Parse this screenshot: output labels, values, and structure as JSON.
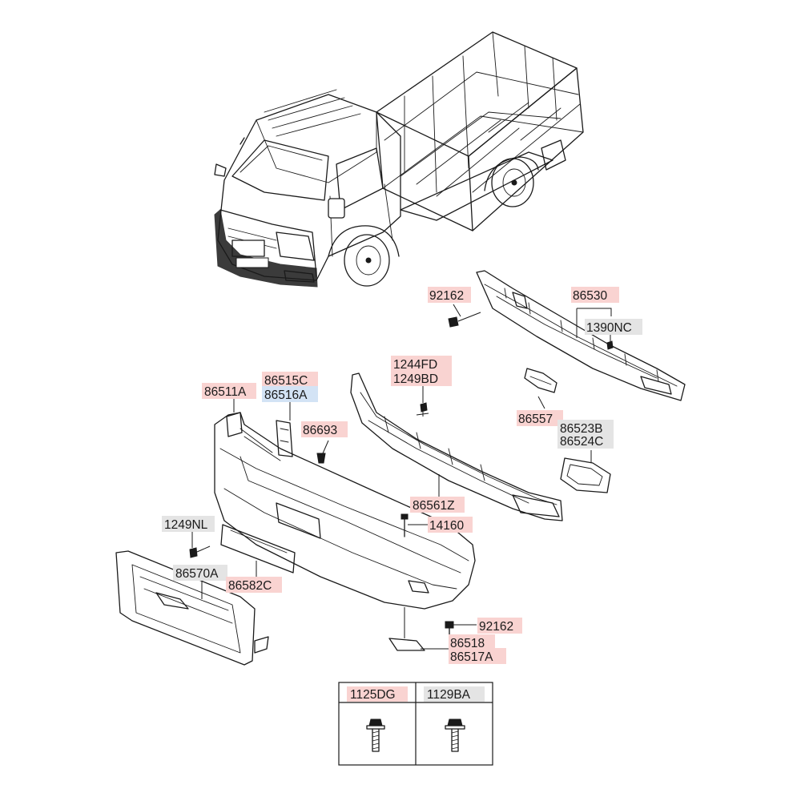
{
  "colors": {
    "highlight_red": "#f9d3d1",
    "highlight_blue": "#d3e3f5",
    "highlight_gray": "#e4e4e4",
    "line": "#1a1a1a"
  },
  "labels": {
    "p92162_top": "92162",
    "p86530": "86530",
    "p1390NC": "1390NC",
    "p1244FD": "1244FD",
    "p1249BD": "1249BD",
    "p86515C": "86515C",
    "p86516A": "86516A",
    "p86511A": "86511A",
    "p86693": "86693",
    "p86557": "86557",
    "p86523B": "86523B",
    "p86524C": "86524C",
    "p86561Z": "86561Z",
    "p14160": "14160",
    "p1249NL": "1249NL",
    "p86570A": "86570A",
    "p86582C": "86582C",
    "p92162_bottom": "92162",
    "p86518": "86518",
    "p86517A": "86517A"
  },
  "legend": {
    "items": [
      {
        "code": "1125DG",
        "icon": "bolt-flange-icon",
        "highlight": "red"
      },
      {
        "code": "1129BA",
        "icon": "bolt-washer-icon",
        "highlight": "gray"
      }
    ]
  }
}
